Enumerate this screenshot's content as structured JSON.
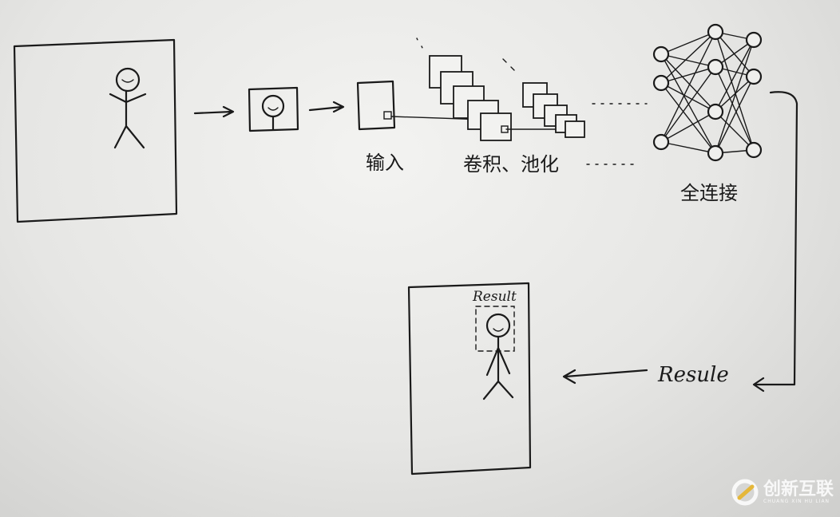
{
  "labels": {
    "input": "输入",
    "conv_pool": "卷积、池化",
    "fully_connected": "全连接",
    "result_box": "Result",
    "result_arrow": "Resule"
  },
  "watermark": {
    "name": "创新互联",
    "pinyin": "CHUANG XIN HU LIAN"
  },
  "colors": {
    "ink": "#1a1a1a",
    "paper": "#ececea",
    "watermark_accent": "#e8b21f"
  }
}
